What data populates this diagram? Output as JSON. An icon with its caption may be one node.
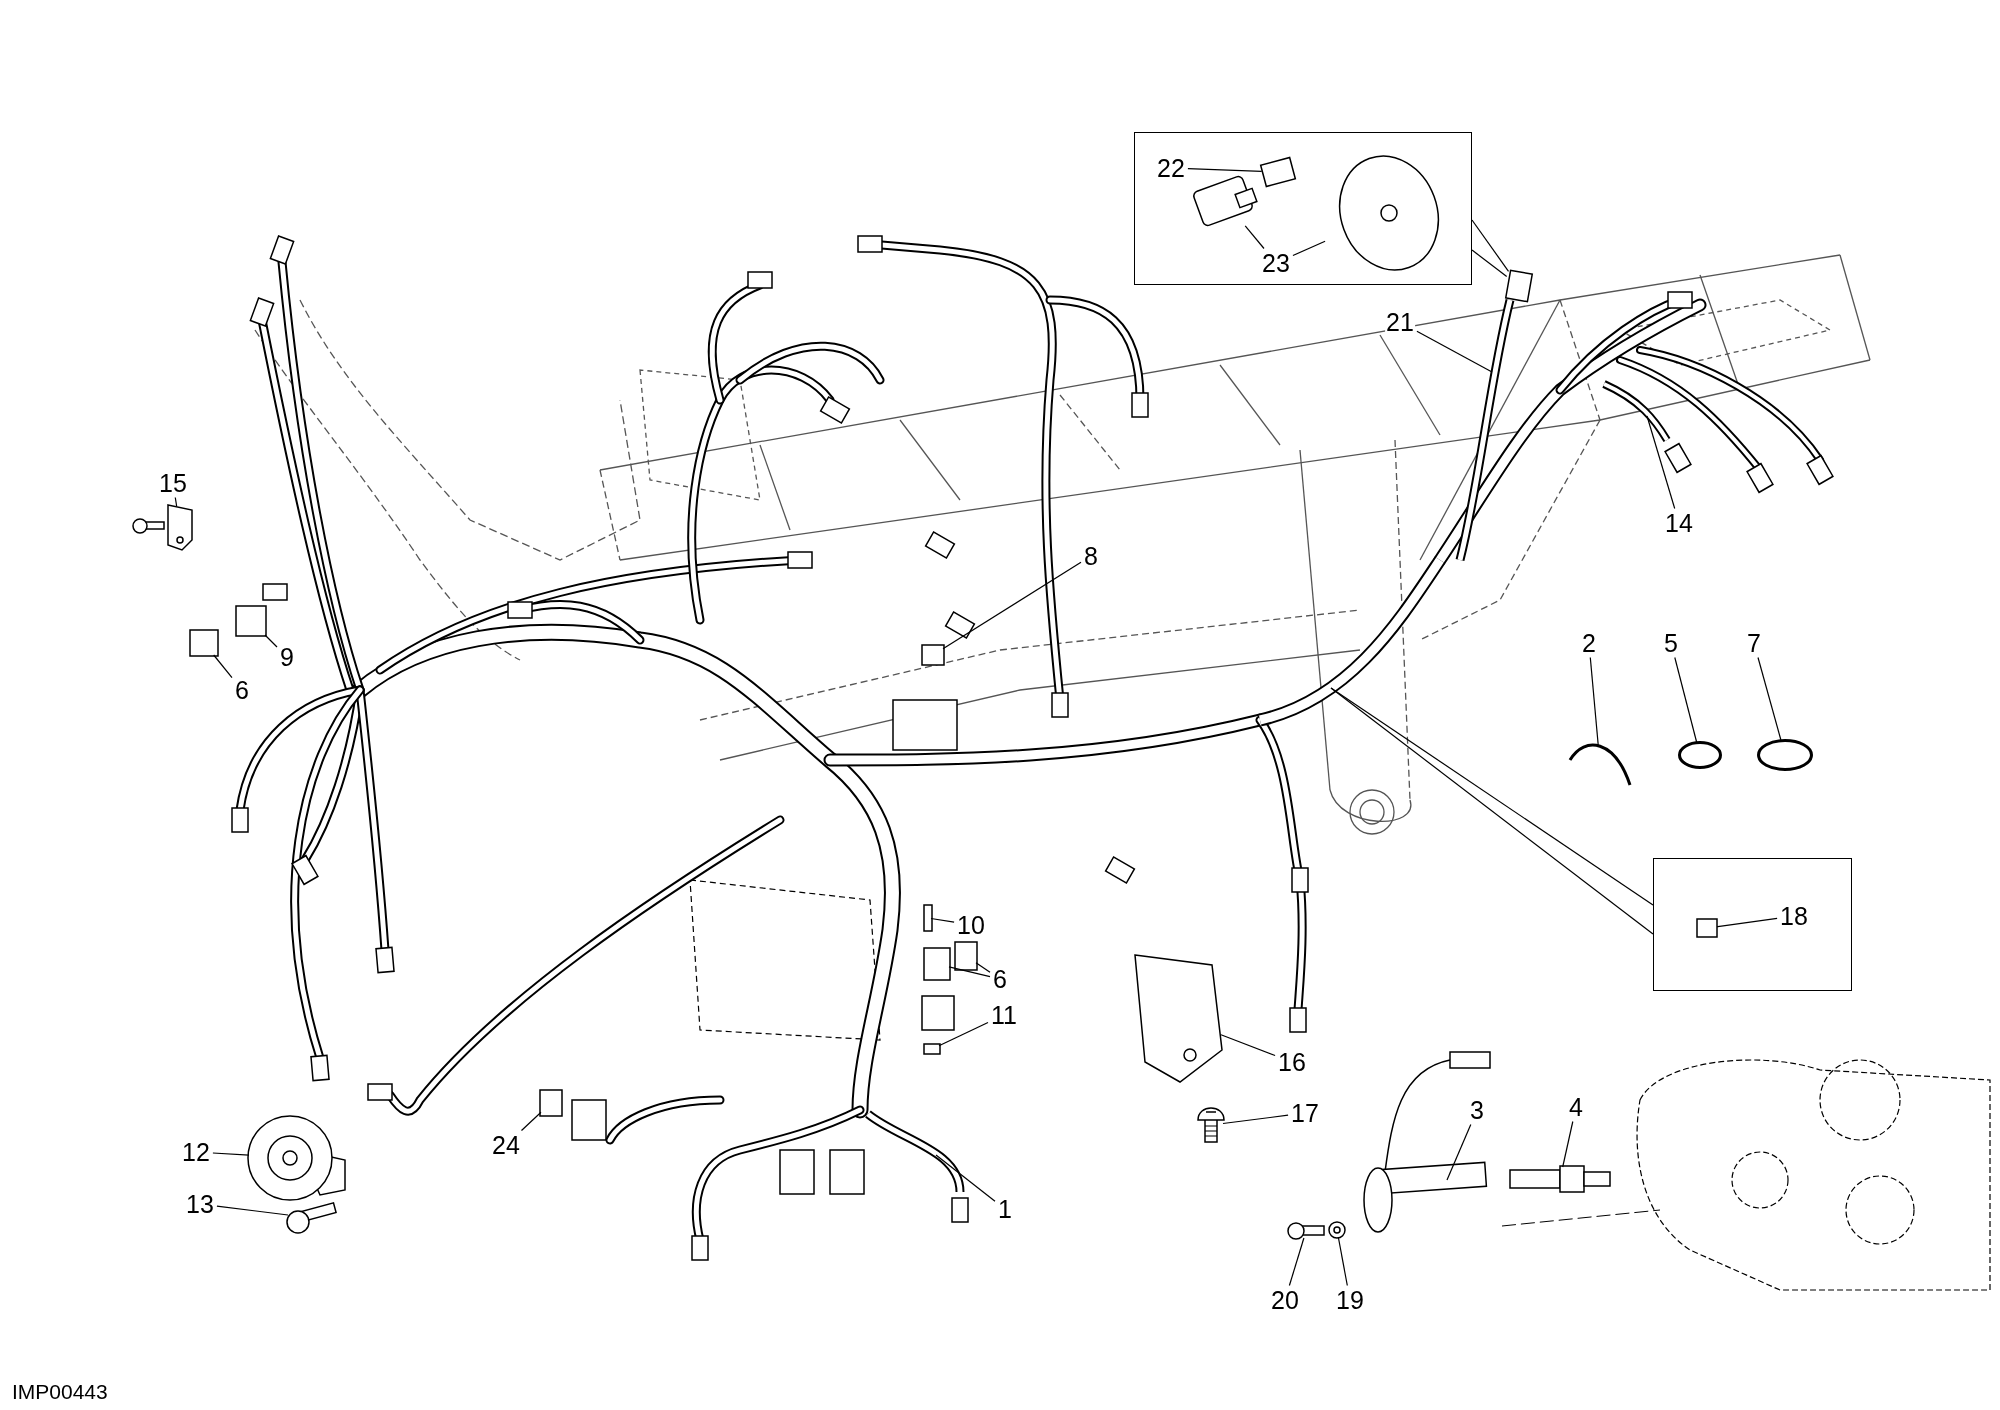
{
  "diagram": {
    "nodes": [
      {
        "text": [],
        "shape": "box"
      },
      {
        "text": [
          "22"
        ],
        "in": 0
      },
      {
        "text": [
          "23"
        ],
        "in": 0
      },
      {
        "text": [
          "21"
        ]
      },
      {
        "text": [
          "15"
        ]
      },
      {
        "text": [
          "14"
        ]
      },
      {
        "text": [
          "8"
        ]
      },
      {
        "text": [
          "9"
        ]
      },
      {
        "text": [
          "2"
        ]
      },
      {
        "text": [
          "5"
        ]
      },
      {
        "text": [
          "7"
        ]
      },
      {
        "text": [
          "6"
        ]
      },
      {
        "text": [],
        "shape": "box"
      },
      {
        "text": [
          "18"
        ],
        "in": 12
      },
      {
        "text": [
          "10"
        ]
      },
      {
        "text": [
          "6"
        ]
      },
      {
        "text": [
          "11"
        ]
      },
      {
        "text": [
          "16"
        ]
      },
      {
        "text": [
          "17"
        ]
      },
      {
        "text": [
          "3"
        ]
      },
      {
        "text": [
          "4"
        ]
      },
      {
        "text": [
          "12"
        ]
      },
      {
        "text": [
          "13"
        ]
      },
      {
        "text": [
          "24"
        ]
      },
      {
        "text": [
          "1"
        ]
      },
      {
        "text": [
          "20"
        ]
      },
      {
        "text": [
          "19"
        ]
      },
      {
        "text": [],
        "shape": "box",
        "in": 0
      },
      {
        "text": [],
        "shape": "picture",
        "in": 0
      },
      {
        "text": [],
        "shape": "picture",
        "in": 0
      },
      {
        "text": [],
        "shape": "box"
      },
      {
        "text": [],
        "shape": "picture"
      },
      {
        "text": [],
        "shape": "picture"
      },
      {
        "text": [],
        "shape": "box"
      },
      {
        "text": [],
        "shape": "box"
      },
      {
        "text": [],
        "shape": "picture"
      },
      {
        "text": [],
        "shape": "circle"
      },
      {
        "text": [],
        "shape": "circle"
      },
      {
        "text": [],
        "shape": "box"
      },
      {
        "text": [],
        "shape": "box",
        "in": 12
      },
      {
        "text": [],
        "shape": "box"
      },
      {
        "text": [],
        "shape": "box"
      },
      {
        "text": [],
        "shape": "box"
      },
      {
        "text": [],
        "shape": "box"
      },
      {
        "text": [],
        "shape": "picture"
      },
      {
        "text": [],
        "shape": "picture"
      },
      {
        "text": [],
        "shape": "picture"
      },
      {
        "text": [],
        "shape": "picture"
      },
      {
        "text": [],
        "shape": "picture"
      },
      {
        "text": [],
        "shape": "picture"
      },
      {
        "text": [],
        "shape": "box"
      },
      {
        "text": [],
        "shape": "picture"
      },
      {
        "text": [],
        "shape": "picture"
      },
      {
        "text": [],
        "shape": "picture"
      },
      {
        "text": [],
        "shape": "picture"
      },
      {
        "text": [],
        "shape": "picture"
      }
    ],
    "edges": [
      {
        "from": 0,
        "to": 30,
        "arrow": "none"
      },
      {
        "from": 0,
        "to": 30,
        "arrow": "none"
      },
      {
        "from": 1,
        "to": 27,
        "arrow": "none"
      },
      {
        "from": 2,
        "to": 28,
        "arrow": "none"
      },
      {
        "from": 2,
        "to": 29,
        "arrow": "none"
      },
      {
        "from": 3,
        "to": 31,
        "arrow": "none"
      },
      {
        "from": 4,
        "to": 32,
        "arrow": "none"
      },
      {
        "from": 5,
        "to": 53,
        "arrow": "none"
      },
      {
        "from": 6,
        "to": 33,
        "arrow": "none"
      },
      {
        "from": 7,
        "to": 34,
        "arrow": "none"
      },
      {
        "from": 8,
        "to": 35,
        "arrow": "none"
      },
      {
        "from": 9,
        "to": 36,
        "arrow": "none"
      },
      {
        "from": 10,
        "to": 37,
        "arrow": "none"
      },
      {
        "from": 11,
        "to": 38,
        "arrow": "none"
      },
      {
        "from": 12,
        "to": 54,
        "arrow": "none"
      },
      {
        "from": 12,
        "to": 54,
        "arrow": "none"
      },
      {
        "from": 13,
        "to": 39,
        "arrow": "none"
      },
      {
        "from": 14,
        "to": 40,
        "arrow": "none"
      },
      {
        "from": 15,
        "to": 41,
        "arrow": "none"
      },
      {
        "from": 15,
        "to": 42,
        "arrow": "none"
      },
      {
        "from": 16,
        "to": 43,
        "arrow": "none"
      },
      {
        "from": 17,
        "to": 44,
        "arrow": "none"
      },
      {
        "from": 18,
        "to": 45,
        "arrow": "none"
      },
      {
        "from": 19,
        "to": 46,
        "arrow": "none"
      },
      {
        "from": 20,
        "to": 47,
        "arrow": "none"
      },
      {
        "from": 21,
        "to": 48,
        "arrow": "none"
      },
      {
        "from": 22,
        "to": 49,
        "arrow": "none"
      },
      {
        "from": 23,
        "to": 50,
        "arrow": "none"
      },
      {
        "from": 24,
        "to": 55,
        "arrow": "none"
      },
      {
        "from": 25,
        "to": 51,
        "arrow": "none"
      },
      {
        "from": 26,
        "to": 52,
        "arrow": "none"
      }
    ],
    "labels": [
      "IMP00443"
    ]
  }
}
